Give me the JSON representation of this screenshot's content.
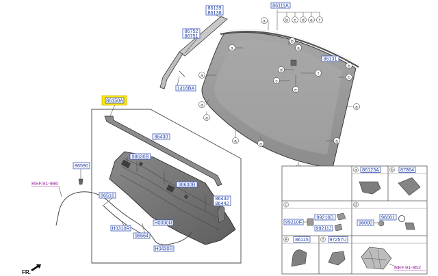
{
  "part_labels": {
    "p86139": "86139",
    "p86138": "86138",
    "p86111A": "86111A",
    "p86752": "86752",
    "p86751": "86751",
    "p86131": "86131",
    "p1416BA": "1416BA",
    "p86150A": "86150A",
    "p86430": "86430",
    "p98630B_a": "98630B",
    "p86590": "86590",
    "p98630B_b": "98630B",
    "p86516": "86516",
    "p86432": "86432",
    "p86442": "86442",
    "pH0090R": "H0090R",
    "pH0310R": "H0310R",
    "p98664": "98664",
    "pH0430R": "H0430R",
    "p86123A": "86123A",
    "p87864": "87864",
    "p99216D": "99216D",
    "p99210F": "99210F",
    "p99211J": "99211J",
    "p96000": "96000",
    "p96001": "96001",
    "p86115": "86115",
    "p97257U": "97257U"
  },
  "refs": {
    "ref_91_986": "REF.91-986",
    "ref_91_952": "REF.91-952"
  },
  "callouts": {
    "a": "a",
    "b": "b",
    "c": "c",
    "d": "d",
    "e": "e",
    "f": "f"
  },
  "direction_label": "FR.",
  "colors": {
    "label_text": "#1f3fa8",
    "label_border": "#3b55b8",
    "ref_text": "#9b2ca0",
    "highlight": "#ffe600",
    "glass": "#9a9a9a",
    "glass_dark": "#7f7f7f"
  },
  "icons": {
    "fr_arrow": "fr-arrow-icon"
  }
}
